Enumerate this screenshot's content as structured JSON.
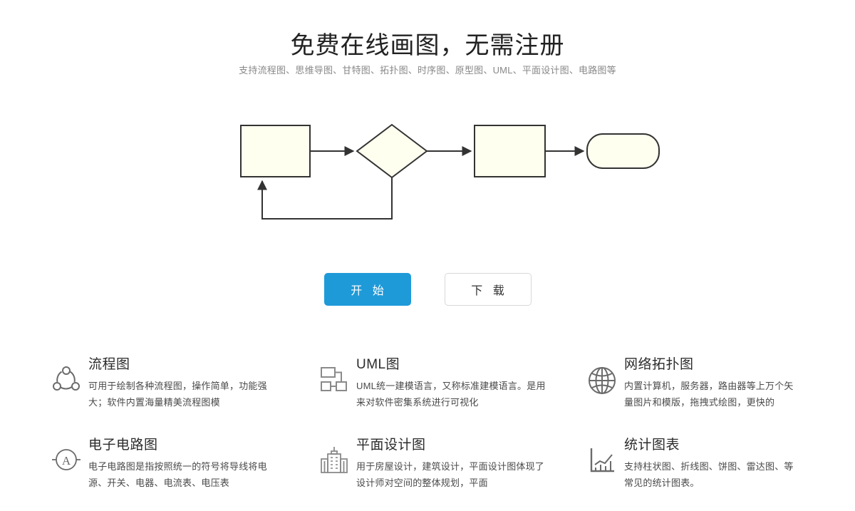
{
  "hero": {
    "title": "免费在线画图，无需注册",
    "subtitle": "支持流程图、思维导图、甘特图、拓扑图、时序图、原型图、UML、平面设计图、电路图等"
  },
  "diagram": {
    "name": "flowchart-illustration",
    "shape_fill": "#FFFFF0",
    "shape_stroke": "#333333",
    "nodes": [
      {
        "id": "node-process-1",
        "type": "rectangle",
        "label": ""
      },
      {
        "id": "node-decision",
        "type": "diamond",
        "label": ""
      },
      {
        "id": "node-process-2",
        "type": "rectangle",
        "label": ""
      },
      {
        "id": "node-terminator",
        "type": "rounded-rectangle",
        "label": ""
      }
    ],
    "edges": [
      {
        "from": "node-process-1",
        "to": "node-decision"
      },
      {
        "from": "node-decision",
        "to": "node-process-2"
      },
      {
        "from": "node-process-2",
        "to": "node-terminator"
      },
      {
        "from": "node-decision",
        "to": "node-process-1",
        "style": "loop-back"
      }
    ]
  },
  "actions": {
    "primary_label": "开 始",
    "secondary_label": "下 载",
    "primary_color": "#1F9AD8",
    "secondary_border": "#D8D8D8"
  },
  "features": [
    {
      "icon": "flowchart-nodes-icon",
      "title": "流程图",
      "desc": "可用于绘制各种流程图，操作简单，功能强大；软件内置海量精美流程图模"
    },
    {
      "icon": "uml-blocks-icon",
      "title": "UML图",
      "desc": "UML统一建模语言，又称标准建模语言。是用来对软件密集系统进行可视化"
    },
    {
      "icon": "globe-icon",
      "title": "网络拓扑图",
      "desc": "内置计算机，服务器，路由器等上万个矢量图片和模版，拖拽式绘图，更快的"
    },
    {
      "icon": "ammeter-icon",
      "title": "电子电路图",
      "desc": "电子电路图是指按照统一的符号将导线将电源、开关、电器、电流表、电压表"
    },
    {
      "icon": "buildings-icon",
      "title": "平面设计图",
      "desc": "用于房屋设计，建筑设计，平面设计图体现了设计师对空间的整体规划，平面"
    },
    {
      "icon": "bar-chart-icon",
      "title": "统计图表",
      "desc": "支持柱状图、折线图、饼图、雷达图、等常见的统计图表。"
    }
  ]
}
